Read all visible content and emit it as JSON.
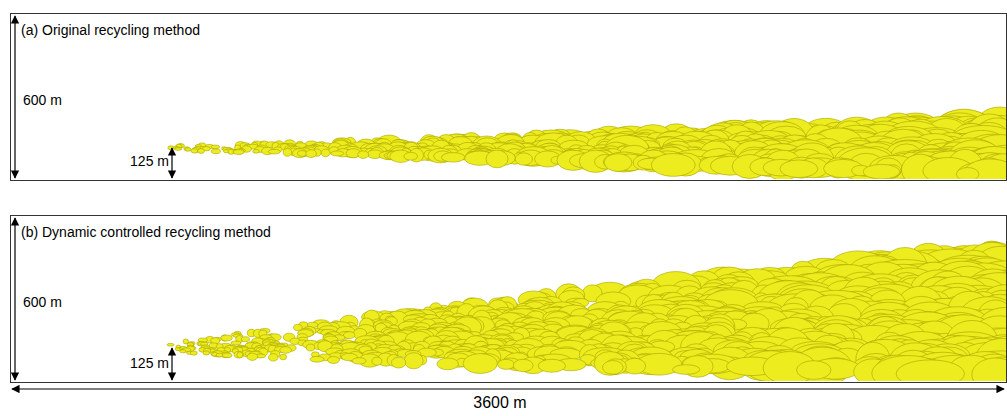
{
  "diagram": {
    "nodes": [
      {
        "text": [
          "(a) Original recycling method",
          "600 m",
          "125 m"
        ]
      },
      {
        "text": [
          "(b) Dynamic controlled recycling method",
          "600 m",
          "125 m"
        ]
      }
    ],
    "labels": [
      "3600 m"
    ]
  }
}
